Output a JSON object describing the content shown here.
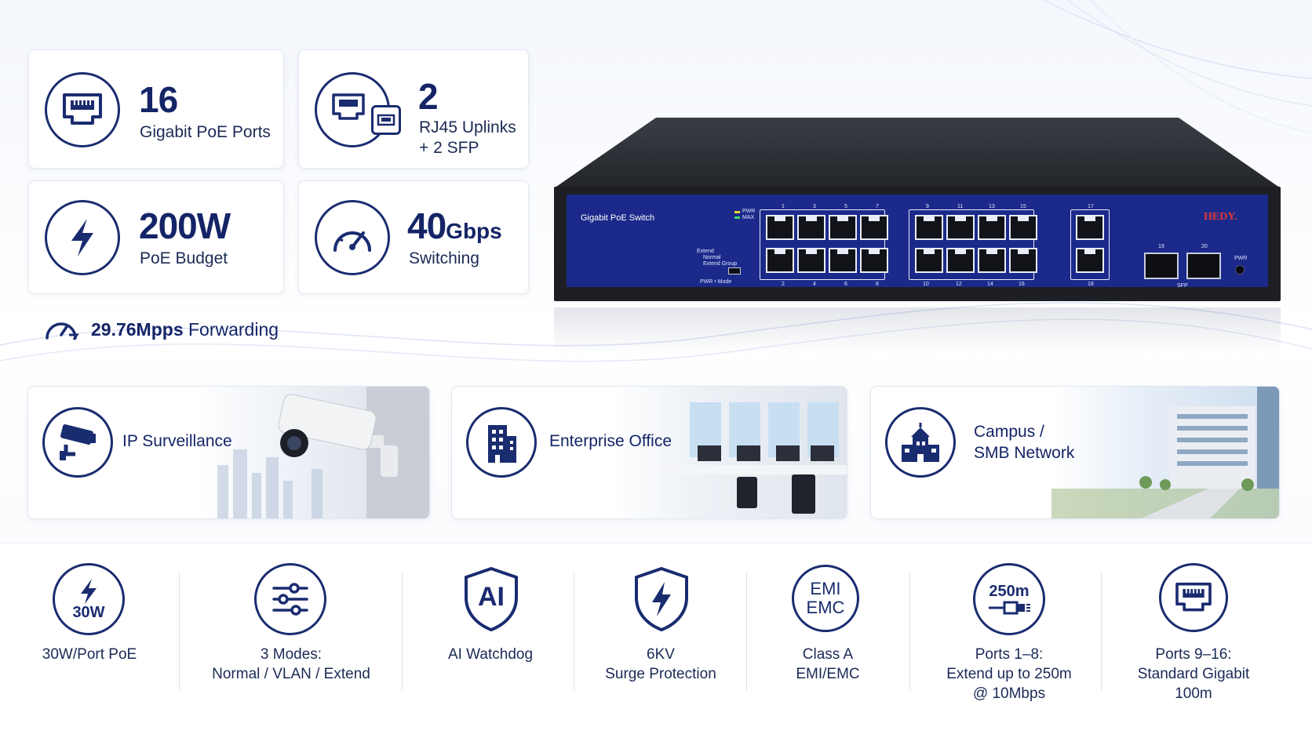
{
  "colors": {
    "navy": "#142466",
    "switch_panel": "#1b2a8a",
    "brand_red": "#e23838"
  },
  "specs": [
    {
      "big": "16",
      "unit": "",
      "line1": "Gigabit PoE Ports",
      "line2": "",
      "icon": "ethernet-port-icon"
    },
    {
      "big": "2",
      "unit": "",
      "line1": "RJ45 Uplinks",
      "line2": "+ 2 SFP",
      "icon": "uplink-port-icon"
    },
    {
      "big": "200W",
      "unit": "",
      "line1": "PoE Budget",
      "line2": "",
      "icon": "lightning-icon"
    },
    {
      "big": "40",
      "unit": "Gbps",
      "line1": "Switching",
      "line2": "",
      "icon": "speedometer-icon"
    }
  ],
  "forwarding": {
    "value": "29.76Mpps",
    "label": "Forwarding",
    "icon": "gauge-icon"
  },
  "switch": {
    "name": "Gigabit PoE Switch",
    "brand": "HEDY.",
    "led_pwr": "PWR",
    "led_max": "MAX",
    "mode_lines": [
      "Extend",
      "Normal",
      "Extend Group"
    ],
    "mode_label": "PWR  •  Mode",
    "top_numbers_a": [
      "1",
      "3",
      "5",
      "7"
    ],
    "top_numbers_b": [
      "9",
      "11",
      "13",
      "15"
    ],
    "bottom_numbers_a": [
      "2",
      "4",
      "6",
      "8"
    ],
    "bottom_numbers_b": [
      "10",
      "12",
      "14",
      "16"
    ],
    "uplink_top": "17",
    "uplink_bottom": "18",
    "sfp_left": "19",
    "sfp_right": "20",
    "sfp_label": "SFP",
    "pwr_label": "PWR"
  },
  "applications": [
    {
      "label": "IP Surveillance",
      "icon": "security-camera-icon"
    },
    {
      "label": "Enterprise Office",
      "icon": "office-building-icon"
    },
    {
      "label_line1": "Campus /",
      "label_line2": "SMB Network",
      "icon": "campus-building-icon"
    }
  ],
  "features": [
    {
      "icon": "poe-30w-icon",
      "icon_text": "30W",
      "lines": [
        "30W/Port PoE"
      ]
    },
    {
      "icon": "sliders-icon",
      "icon_text": "",
      "lines": [
        "3 Modes:",
        "Normal / VLAN / Extend"
      ]
    },
    {
      "icon": "ai-shield-icon",
      "icon_text": "AI",
      "lines": [
        "AI Watchdog"
      ]
    },
    {
      "icon": "surge-shield-icon",
      "icon_text": "",
      "lines": [
        "6KV",
        "Surge Protection"
      ]
    },
    {
      "icon": "emi-emc-icon",
      "icon_text": "EMI",
      "icon_text2": "EMC",
      "lines": [
        "Class A",
        "EMI/EMC"
      ]
    },
    {
      "icon": "cable-250m-icon",
      "icon_text": "250m",
      "lines": [
        "Ports 1–8:",
        "Extend up to 250m",
        "@ 10Mbps"
      ]
    },
    {
      "icon": "ethernet-port-icon",
      "icon_text": "",
      "lines": [
        "Ports 9–16:",
        "Standard Gigabit",
        "100m"
      ]
    }
  ]
}
